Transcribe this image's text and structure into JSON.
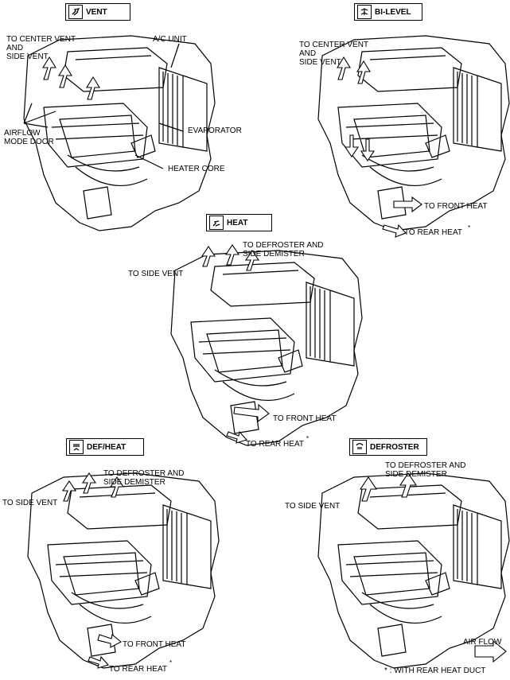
{
  "modes": {
    "vent": "VENT",
    "bilevel": "BI-LEVEL",
    "heat": "HEAT",
    "defheat": "DEF/HEAT",
    "defroster": "DEFROSTER"
  },
  "labels": {
    "vent_to_center": "TO CENTER VENT\nAND\nSIDE VENT",
    "ac_unit": "A/C UNIT",
    "evaporator": "EVAPORATOR",
    "airflow_door": "AIRFLOW\nMODE DOOR",
    "heater_core": "HEATER CORE",
    "bilevel_to_center": "TO CENTER VENT\nAND\nSIDE VENT",
    "bilevel_front_heat": "TO FRONT HEAT",
    "bilevel_rear_heat": "TO REAR HEAT",
    "bilevel_star": "*",
    "heat_defroster": "TO DEFROSTER AND\nSIDE DEMISTER",
    "heat_side_vent": "TO SIDE VENT",
    "heat_front_heat": "TO FRONT HEAT",
    "heat_rear_heat": "TO REAR HEAT",
    "heat_star": "*",
    "defheat_defroster": "TO DEFROSTER AND\nSIDE DEMISTER",
    "defheat_side_vent": "TO SIDE VENT",
    "defheat_front_heat": "TO FRONT HEAT",
    "defheat_rear_heat": "TO REAR HEAT",
    "defheat_star": "*",
    "defr_defroster": "TO DEFROSTER AND\nSIDE DEMISTER",
    "defr_side_vent": "TO SIDE VENT",
    "legend_air_flow": "AIR FLOW",
    "footnote": "* : WITH REAR HEAT DUCT"
  },
  "icons": {
    "vent": "vent-mode-icon",
    "bilevel": "bilevel-mode-icon",
    "heat": "heat-mode-icon",
    "defheat": "def-heat-mode-icon",
    "defroster": "defroster-mode-icon",
    "airflow_arrow": "airflow-arrow-icon"
  }
}
